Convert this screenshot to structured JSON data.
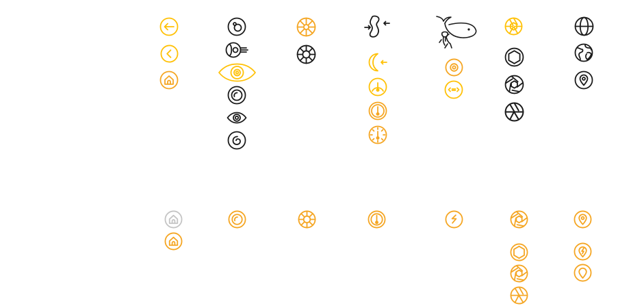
{
  "colors": {
    "yellow": "#FFC107",
    "orange": "#F5A623",
    "black": "#1a1a1a",
    "gray": "#c4c4c4"
  },
  "icon_grid": {
    "top_section": [
      {
        "column": "navigation",
        "icons": [
          "arrow-left-icon",
          "chevron-left-icon",
          "home-icon"
        ]
      },
      {
        "column": "eye",
        "icons": [
          "eyeball-icon",
          "eye-side-view-icon",
          "eye-large-icon",
          "iris-icon",
          "eye-small-icon",
          "pupil-swirl-icon"
        ]
      },
      {
        "column": "wheel",
        "icons": [
          "sun-wheel-icon",
          "lifebuoy-icon"
        ]
      },
      {
        "column": "sensor",
        "icons": [
          "body-contour-icon",
          "half-moon-arrow-icon",
          "gauge-icon",
          "gauge-ring-icon",
          "gauge-ticks-icon"
        ]
      },
      {
        "column": "whale",
        "icons": [
          "whale-diver-icon",
          "target-icon",
          "code-arrows-icon"
        ]
      },
      {
        "column": "aperture",
        "icons": [
          "aperture-icon",
          "hexagon-aperture-icon",
          "aperture-outline-icon",
          "aperture-bold-icon"
        ]
      },
      {
        "column": "globe",
        "icons": [
          "globe-icon",
          "earth-icon",
          "location-pin-icon"
        ]
      }
    ],
    "bottom_section": [
      {
        "column": "navigation",
        "icons": [
          "home-outline-gray-icon",
          "home-outline-orange-icon"
        ]
      },
      {
        "column": "eye",
        "icons": [
          "iris-orange-icon"
        ]
      },
      {
        "column": "wheel",
        "icons": [
          "lifebuoy-orange-icon"
        ]
      },
      {
        "column": "sensor",
        "icons": [
          "gauge-orange-icon"
        ]
      },
      {
        "column": "whale",
        "icons": [
          "lightning-circle-icon"
        ]
      },
      {
        "column": "aperture",
        "icons": [
          "aperture-orange-icon",
          "hexagon-aperture-orange-icon",
          "aperture-outline-orange-icon",
          "aperture-bold-orange-icon"
        ]
      },
      {
        "column": "globe",
        "icons": [
          "location-pin-orange-icon",
          "heart-pin-icon",
          "drop-pin-icon"
        ]
      }
    ]
  }
}
